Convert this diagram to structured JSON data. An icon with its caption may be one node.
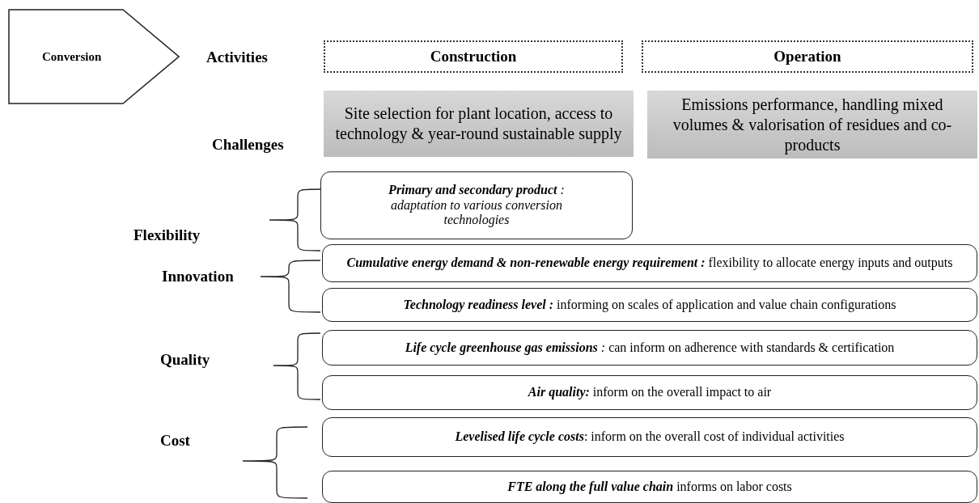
{
  "diagram": {
    "nodes": [
      {
        "text": [
          "Conversion"
        ]
      },
      {
        "text": [
          "Construction"
        ]
      },
      {
        "text": [
          "Operation"
        ]
      },
      {
        "text": [
          "Site selection for plant location, access to technology & year-round sustainable supply"
        ]
      },
      {
        "text": [
          "Emissions performance, handling mixed volumes & valorisation of residues and co-products"
        ]
      },
      {
        "text": [
          "**Primary and secondary product** *: adaptation to various conversion technologies*"
        ]
      },
      {
        "text": [
          "**Cumulative energy demand & non-renewable energy requirement :** flexibility to allocate energy inputs and outputs"
        ]
      },
      {
        "text": [
          "**Technology readiness level :** informing on scales of application and value chain configurations"
        ]
      },
      {
        "text": [
          "**Life cycle greenhouse gas emissions** *:* can inform on adherence with standards & certification"
        ]
      },
      {
        "text": [
          "**Air quality:** inform on the overall impact to air"
        ]
      },
      {
        "text": [
          "**Levelised life cycle costs**: inform on the overall cost of individual activities"
        ]
      },
      {
        "text": [
          "**FTE along the full value chain** informs on labor costs"
        ]
      }
    ],
    "labels": [
      "Activities",
      "Challenges",
      "Flexibility",
      "Innovation",
      "Quality",
      "Cost"
    ]
  }
}
